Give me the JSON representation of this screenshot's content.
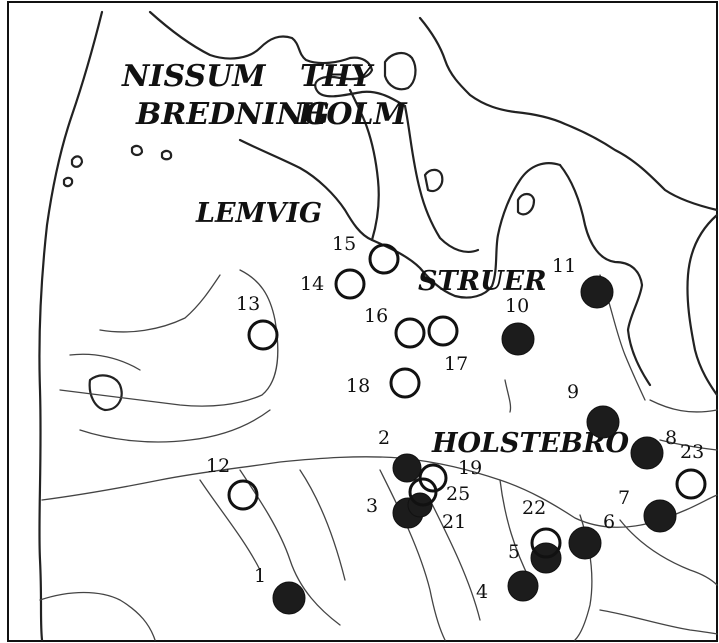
{
  "place_names": {
    "nissum": "NISSUM",
    "bredning": "BREDNING",
    "thy": "THY",
    "holm": "HOLM",
    "lemvig": "LEMVIG",
    "struer": "STRUER",
    "holstebro": "HOLSTEBRO"
  },
  "site_labels": {
    "s1": "1",
    "s2": "2",
    "s3": "3",
    "s4": "4",
    "s5": "5",
    "s6": "6",
    "s7": "7",
    "s8": "8",
    "s9": "9",
    "s10": "10",
    "s11": "11",
    "s12": "12",
    "s13": "13",
    "s14": "14",
    "s15": "15",
    "s16": "16",
    "s17": "17",
    "s18": "18",
    "s19": "19",
    "s21": "21",
    "s22": "22",
    "s23": "23",
    "s25": "25"
  },
  "legend_colors": {
    "filled_site": "#1c1c1c",
    "open_site": "#111111"
  }
}
